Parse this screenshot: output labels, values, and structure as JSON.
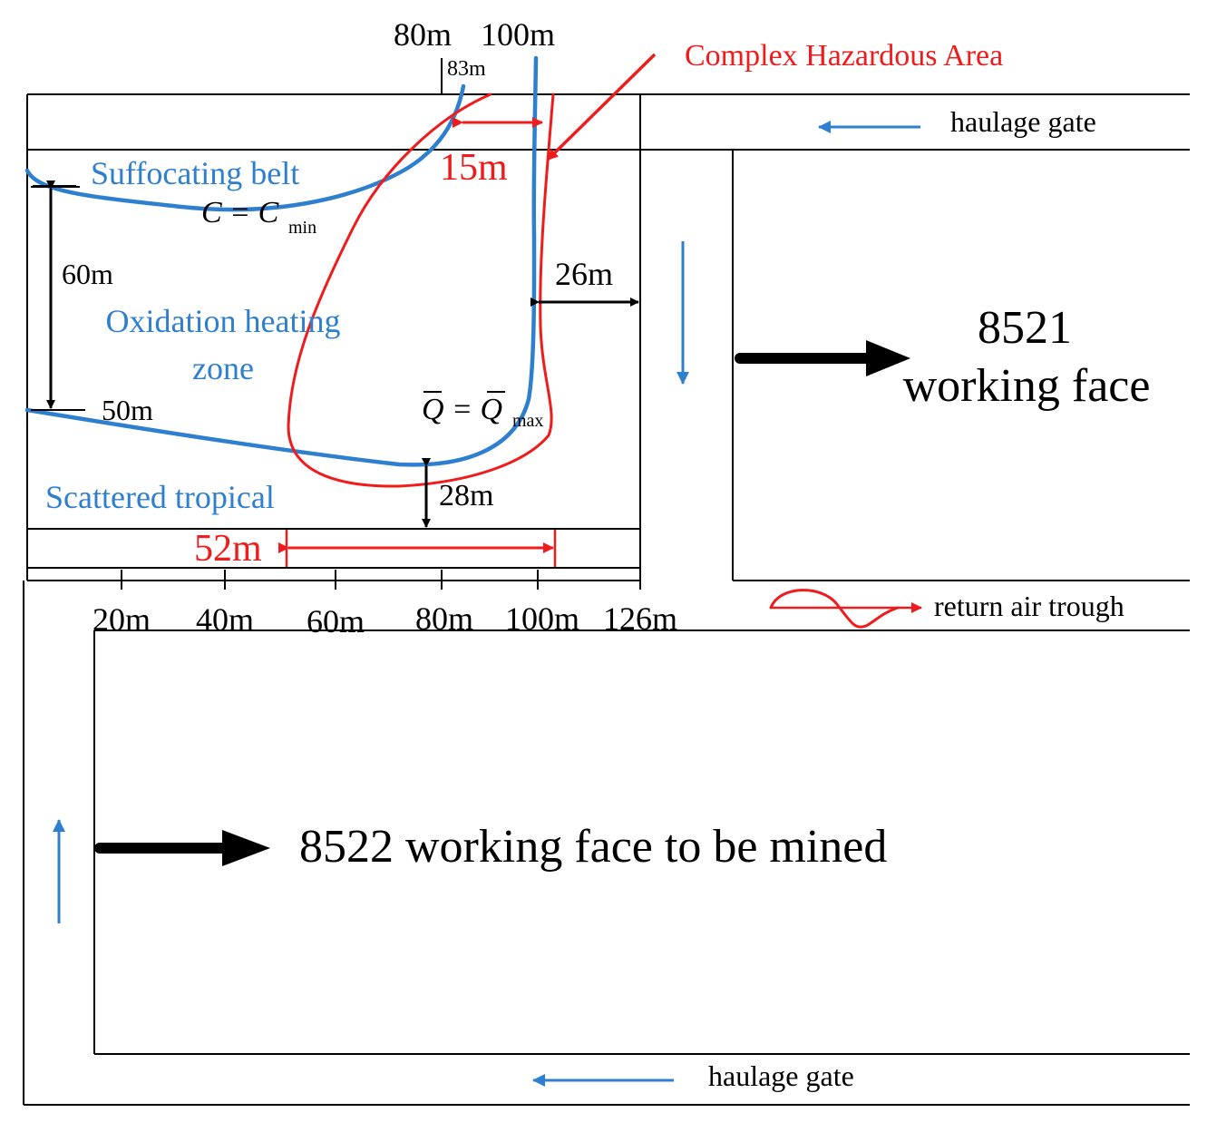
{
  "colors": {
    "blue": "#2f7fd0",
    "red": "#ee1c1c",
    "black": "#000000"
  },
  "labels": {
    "top_80m": "80m",
    "top_100m": "100m",
    "top_83m": "83m",
    "complex_area": "Complex Hazardous Area",
    "haulage_gate_top": "haulage gate",
    "haulage_gate_bottom": "haulage gate",
    "return_air": "return air trough",
    "suffocating": "Suffocating belt",
    "c_eq": "C = C",
    "c_sub": "min",
    "oxidation_line1": "Oxidation heating",
    "oxidation_line2": "zone",
    "scattered": "Scattered tropical",
    "q_eq": "Q = Q",
    "q_sub": "max",
    "d_15m": "15m",
    "d_26m": "26m",
    "d_60m": "60m",
    "d_50m": "50m",
    "d_28m": "28m",
    "d_52m": "52m",
    "face_8521_num": "8521",
    "face_8521_text": "working face",
    "face_8522": "8522 working face to be mined"
  },
  "axis_ticks": [
    "20m",
    "40m",
    "60m",
    "80m",
    "100m",
    "126m"
  ]
}
